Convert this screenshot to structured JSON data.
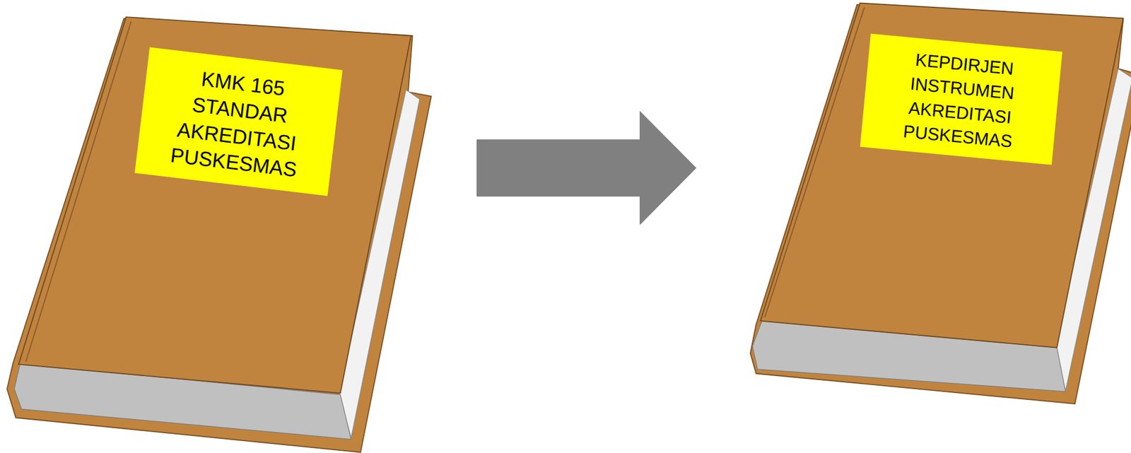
{
  "diagram": {
    "nodes": [
      {
        "text": [
          "KMK 165 STANDAR AKREDITASI PUSKESMAS"
        ]
      },
      {
        "text": [
          "KEPDIRJEN INSTRUMEN AKREDITASI PUSKESMAS"
        ]
      }
    ],
    "edges": [
      {
        "from": 0,
        "to": 1,
        "arrow": "to"
      }
    ]
  }
}
